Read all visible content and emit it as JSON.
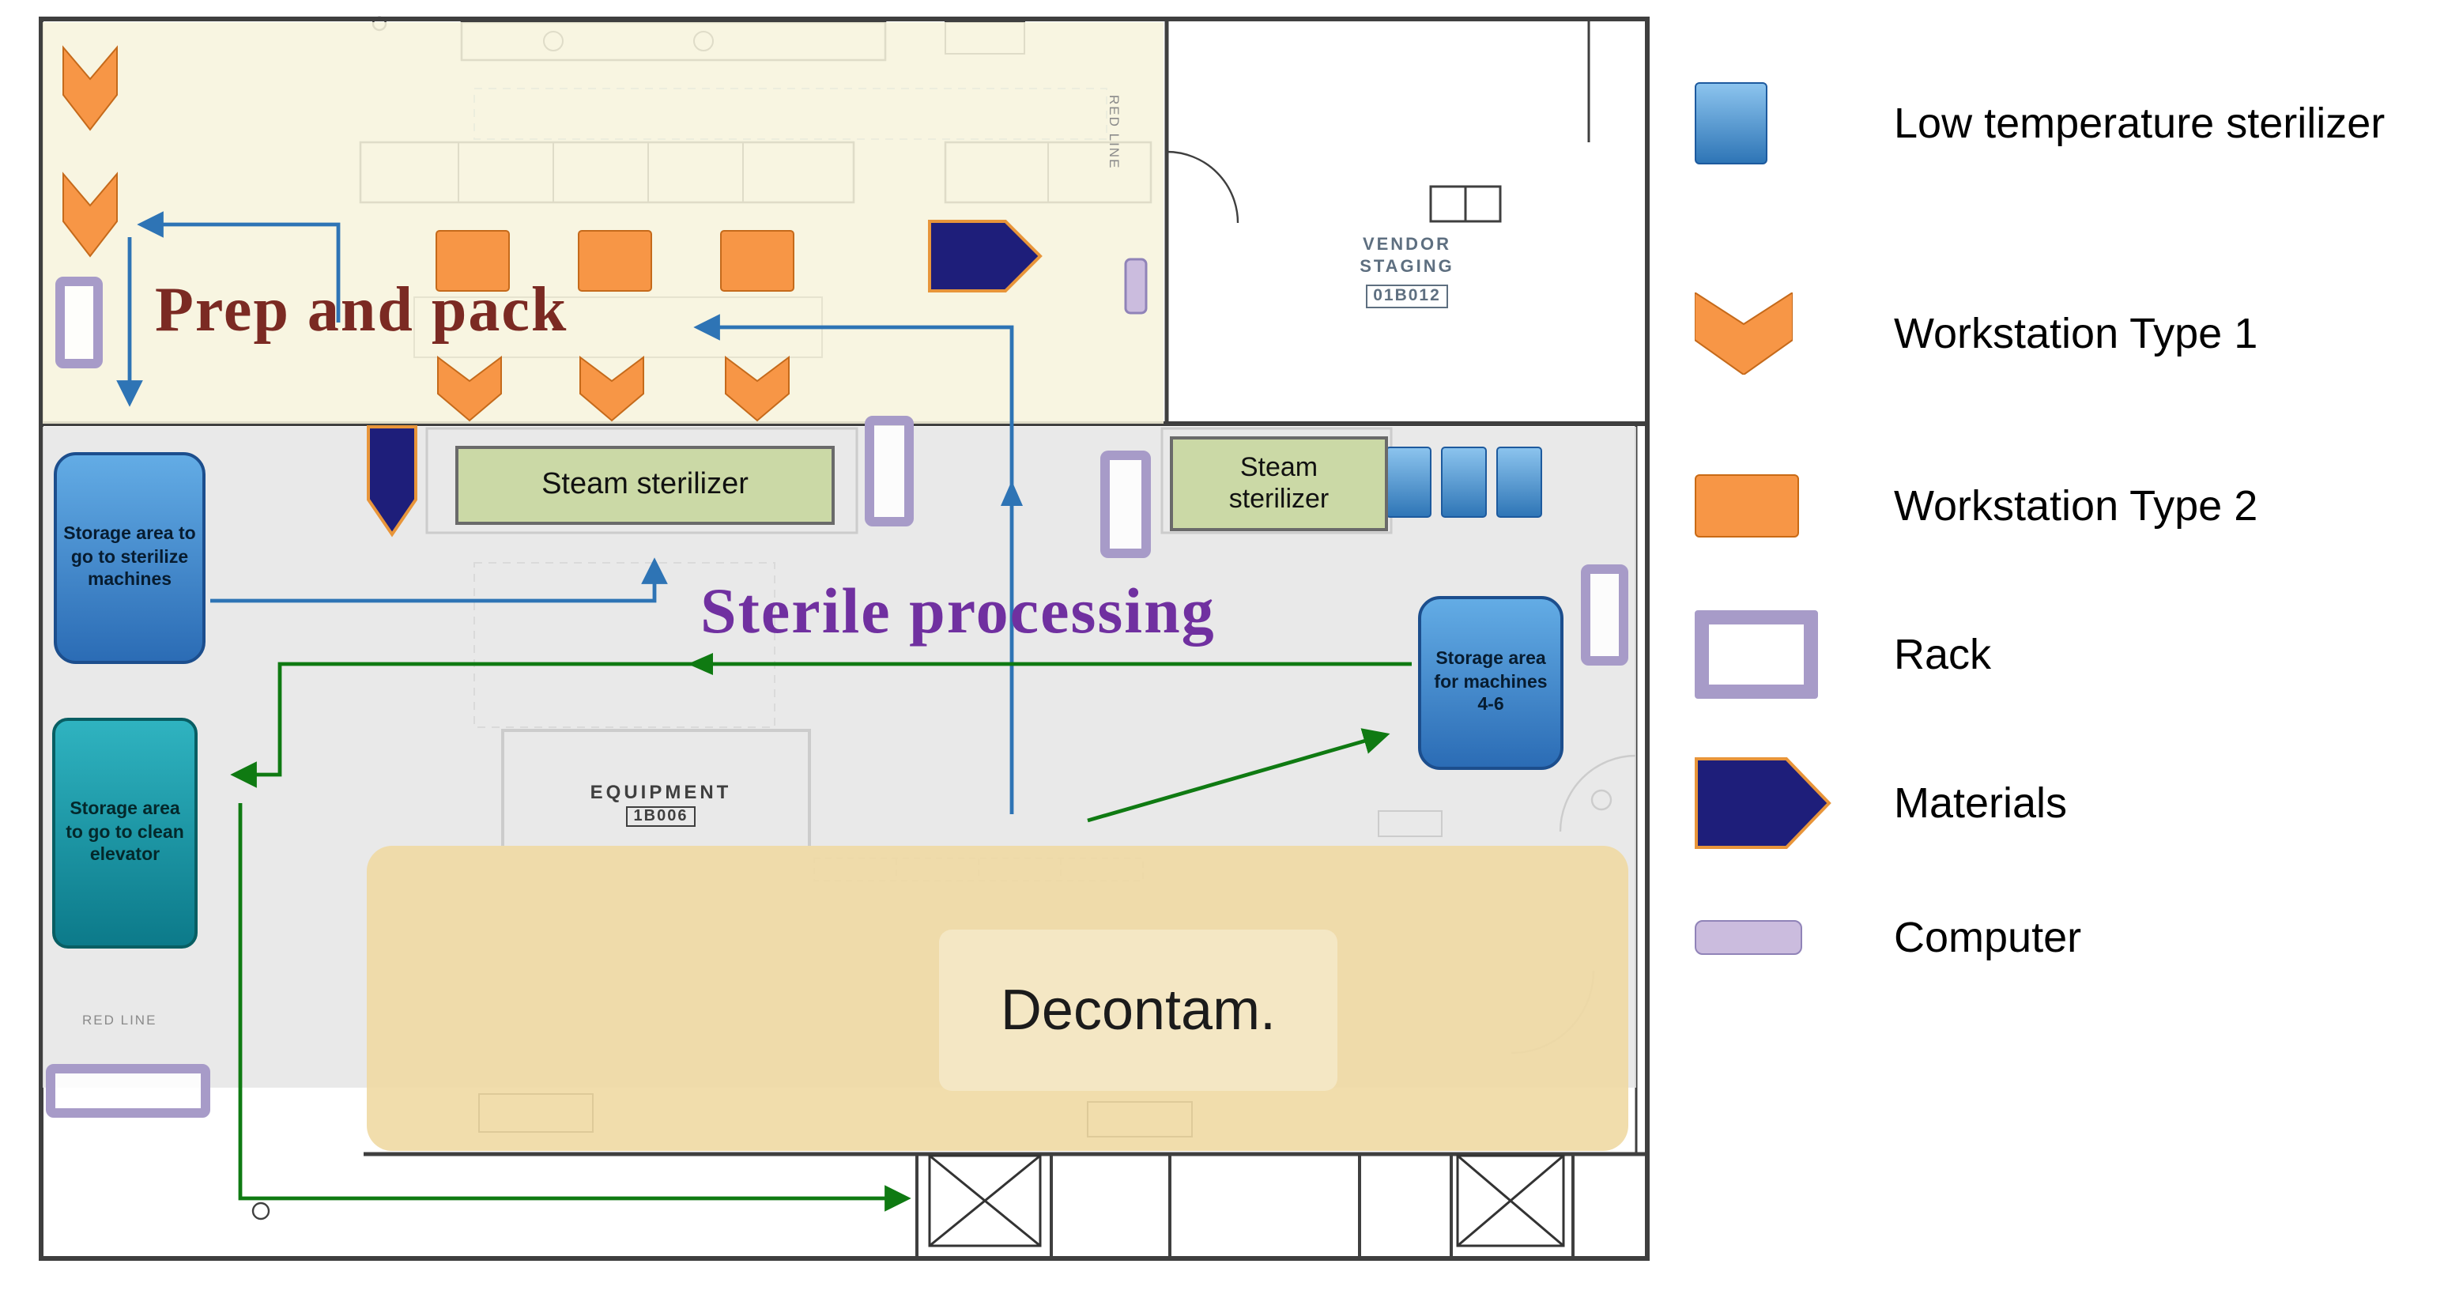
{
  "diagram": {
    "type": "floorplan",
    "areas": {
      "prep_and_pack": "Prep and pack",
      "sterile_processing": "Sterile processing",
      "decontam": "Decontam."
    },
    "rooms": {
      "steam_sterilizer_1": "Steam sterilizer",
      "steam_sterilizer_2": "Steam sterilizer",
      "vendor_staging_line1": "VENDOR",
      "vendor_staging_line2": "STAGING",
      "vendor_staging_code": "01B012",
      "equipment": "EQUIPMENT",
      "equipment_code": "1B006",
      "red_line": "RED LINE"
    },
    "storage_labels": {
      "to_sterilize_machines": "Storage area to go to sterilize machines",
      "for_machines_4_6": "Storage area for machines 4-6",
      "to_clean_elevator": "Storage area to go to clean elevator"
    }
  },
  "legend": {
    "items": [
      {
        "icon": "low-temperature-sterilizer-icon",
        "label": "Low temperature sterilizer"
      },
      {
        "icon": "workstation-type-1-icon",
        "label": "Workstation Type 1"
      },
      {
        "icon": "workstation-type-2-icon",
        "label": "Workstation Type 2"
      },
      {
        "icon": "rack-icon",
        "label": "Rack"
      },
      {
        "icon": "materials-icon",
        "label": "Materials"
      },
      {
        "icon": "computer-icon",
        "label": "Computer"
      }
    ]
  },
  "colors": {
    "workstation_orange": "#F79646",
    "materials_navy": "#1E1E7A",
    "rack_purple": "#A79BC8",
    "computer_lavender": "#CBBCDE",
    "low_temp_blue_light": "#8CC4EE",
    "low_temp_blue_dark": "#2E75B6",
    "steam_green": "#CBD9A6",
    "decontam_tan": "#EFD9A3",
    "prep_cream": "#F7F3DC",
    "sterile_gray": "#E5E5E5",
    "storage_blue": "#2B6CB5",
    "storage_teal": "#0C7A8A",
    "flow_arrow_blue": "#2E74B5",
    "flow_arrow_green": "#0F7A12",
    "prep_label_color": "#7B2A23",
    "sterile_label_color": "#7030A0"
  }
}
